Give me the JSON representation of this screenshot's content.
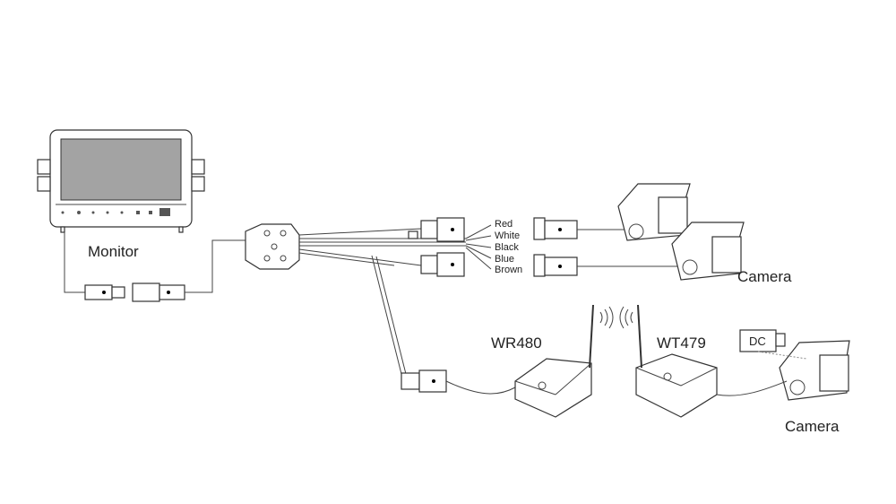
{
  "labels": {
    "monitor": "Monitor",
    "camera_top": "Camera",
    "camera_bottom": "Camera",
    "receiver": "WR480",
    "transmitter": "WT479",
    "dc": "DC"
  },
  "wires": [
    "Red",
    "White",
    "Black",
    "Blue",
    "Brown"
  ],
  "colors": {
    "screen": "#a3a3a3",
    "line": "#333333"
  }
}
